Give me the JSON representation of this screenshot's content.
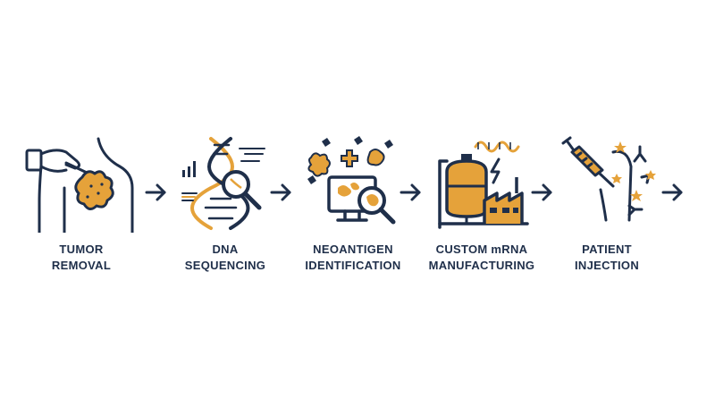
{
  "colors": {
    "navy": "#1f2f4a",
    "orange": "#e5a23a",
    "background": "#ffffff"
  },
  "steps": [
    {
      "line1": "TUMOR",
      "line2": "REMOVAL",
      "icon": "tumor-removal-icon"
    },
    {
      "line1": "DNA",
      "line2": "SEQUENCING",
      "icon": "dna-sequencing-icon"
    },
    {
      "line1": "NEOANTIGEN",
      "line2": "IDENTIFICATION",
      "icon": "neoantigen-identification-icon"
    },
    {
      "line1": "CUSTOM mRNA",
      "line2": "MANUFACTURING",
      "icon": "mrna-manufacturing-icon"
    },
    {
      "line1": "PATIENT",
      "line2": "INJECTION",
      "icon": "patient-injection-icon"
    }
  ]
}
